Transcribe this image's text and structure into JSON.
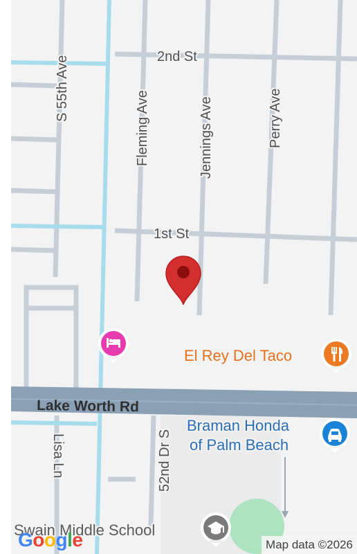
{
  "streets": {
    "s55th": "S 55th Ave",
    "fleming": "Fleming Ave",
    "jennings": "Jennings Ave",
    "perry": "Perry Ave",
    "second": "2nd St",
    "first": "1st St",
    "lake_worth": "Lake Worth Rd",
    "lisa": "Lisa Ln",
    "fifty_second": "52nd Dr S"
  },
  "pois": {
    "taco": "El Rey Del Taco",
    "braman_line1": "Braman Honda",
    "braman_line2": "of Palm Beach",
    "school": "Swain Middle School"
  },
  "icons": {
    "pin": "location-pin-icon",
    "hotel": "hotel-icon",
    "restaurant": "restaurant-icon",
    "car_dealer": "car-dealer-icon",
    "school": "school-icon"
  },
  "colors": {
    "pin": "#d32f2f",
    "hotel": "#e83cae",
    "restaurant": "#ec7a22",
    "dealer": "#1a83d8",
    "school": "#7a7a7a",
    "highway": "#8aa0b5",
    "arterial": "#a6dcec",
    "park": "#aee3c2"
  },
  "google_letters": [
    "G",
    "o",
    "o",
    "g",
    "l",
    "e"
  ],
  "attribution": "Map data ©2026"
}
